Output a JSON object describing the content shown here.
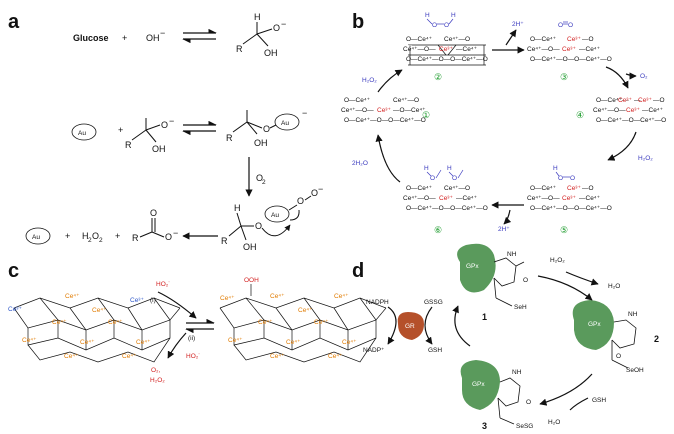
{
  "panels": {
    "a": "a",
    "b": "b",
    "c": "c",
    "d": "d"
  },
  "a": {
    "glucose": "Glucose",
    "plus1": "+",
    "oh_minus": "OH",
    "minus_sign": "−",
    "h_label": "H",
    "r_label": "R",
    "oh_label": "OH",
    "o_label": "O",
    "au": "Au",
    "plus2": "+",
    "o2": "O",
    "o2_sub": "2",
    "h2o2": "H",
    "h2o2_sub": "2",
    "h2o2_o": "O",
    "h2o2_sub2": "2",
    "plus3": "+",
    "plus4": "+"
  },
  "b": {
    "h2o2": "H₂O₂",
    "two_h2o": "2H₂O",
    "two_h_plus_top": "2H⁺",
    "two_h_plus_bottom": "2H⁺",
    "o2": "O₂",
    "h2o2_right": "H₂O₂",
    "states": [
      "①",
      "②",
      "③",
      "④",
      "⑤",
      "⑥"
    ],
    "ce4": "Ce⁴⁺",
    "ce3": "Ce³⁺",
    "h": "H",
    "o": "O"
  },
  "c": {
    "ce3_left1": "Ce³⁺",
    "ce3_left2": "Ce³⁺",
    "ce4": "Ce⁴⁺",
    "ooh": "OOH",
    "ho2_top": "HO₂˙",
    "step_i": "(i)",
    "step_ii": "(ii)",
    "ho2_bottom": "HO₂˙",
    "o2": "O₂,",
    "h2o2": "H₂O₂"
  },
  "d": {
    "gpx": "GPx",
    "gr": "GR",
    "nadph": "NADPH",
    "nadp": "NADP⁺",
    "gssg": "GSSG",
    "gsh_left": "GSH",
    "h2o2": "H₂O₂",
    "h2o_top": "H₂O",
    "gsh_bottom": "GSH",
    "h2o_bottom": "H₂O",
    "nh": "NH",
    "o": "O",
    "seh": "SeH",
    "seoh": "SeOH",
    "sesg": "SeSG",
    "num1": "1",
    "num2": "2",
    "num3": "3"
  },
  "colors": {
    "ce3_red": "#d21f1f",
    "water_blue": "#3b3bbf",
    "state_green": "#1a9a2a",
    "ce4_orange": "#e07b00",
    "gpx_green": "#5a9a5c",
    "gr_brown": "#b5502a"
  }
}
